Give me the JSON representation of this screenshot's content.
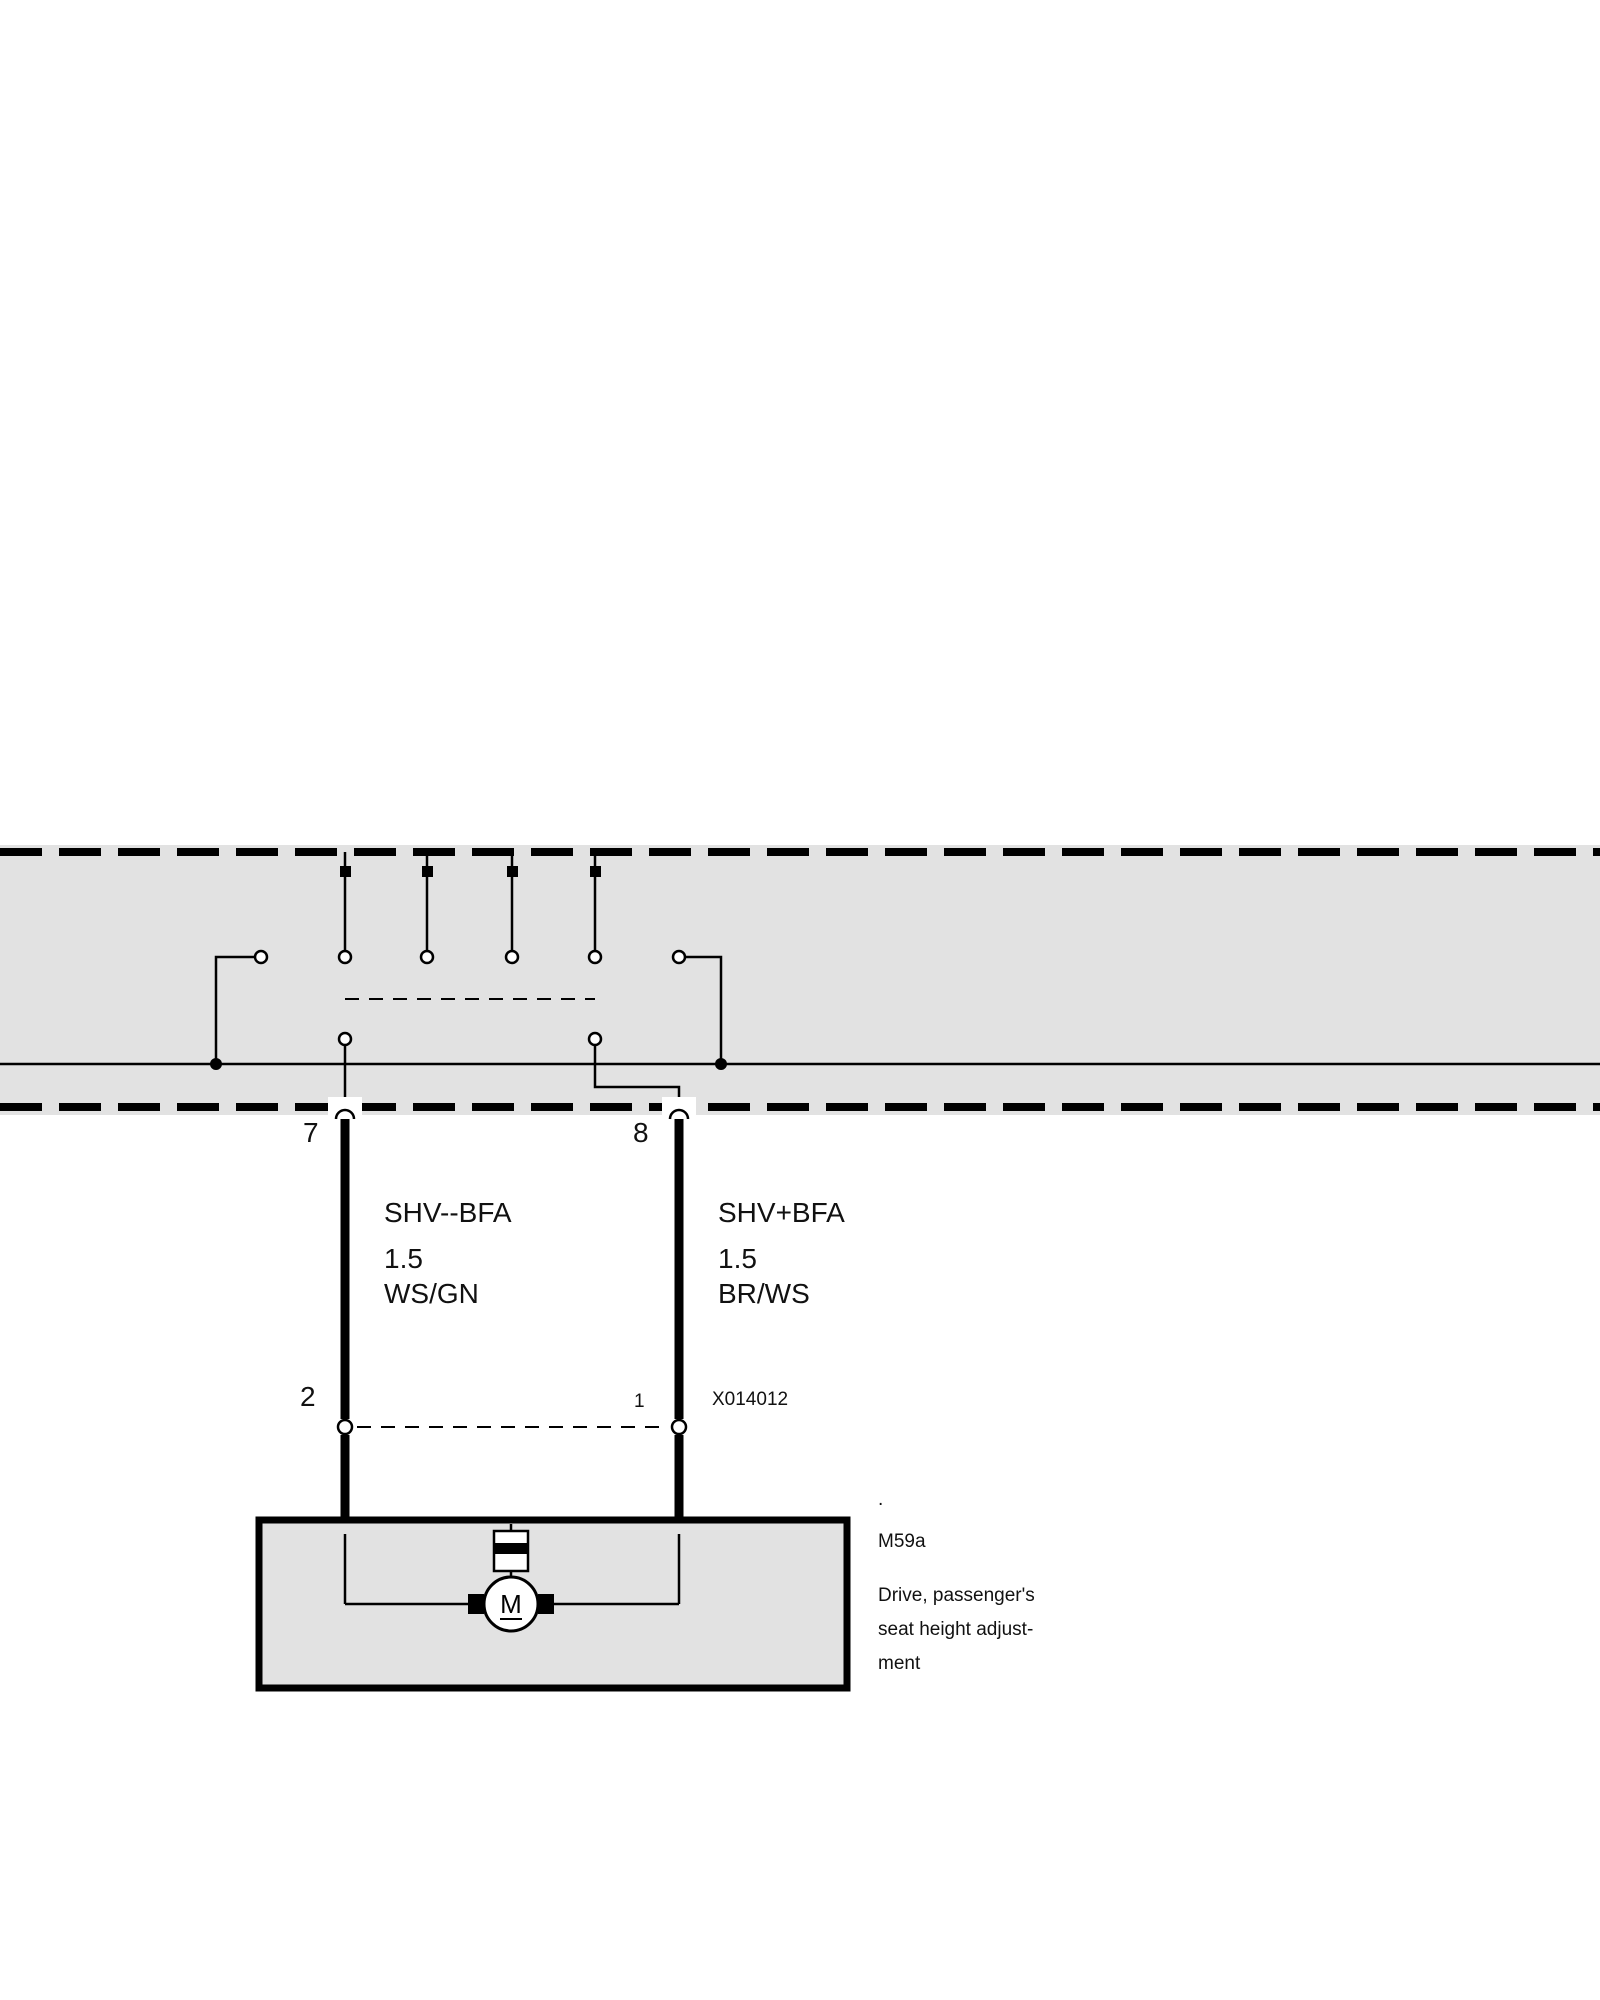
{
  "module": {
    "band_fill": "#e2e2e2",
    "line_color": "#000000",
    "pins": [
      {
        "number": "7"
      },
      {
        "number": "8"
      }
    ]
  },
  "wires": [
    {
      "signal": "SHV--BFA",
      "gauge": "1.5",
      "color_code": "WS/GN"
    },
    {
      "signal": "SHV+BFA",
      "gauge": "1.5",
      "color_code": "BR/WS"
    }
  ],
  "connector": {
    "left_pin": "2",
    "right_pin": "1",
    "id": "X014012"
  },
  "motor": {
    "box_fill": "#e2e2e2",
    "symbol_letter": "M",
    "bullet": ".",
    "code": "M59a",
    "description_lines": [
      "Drive, passenger's",
      "seat height adjust-",
      "ment"
    ]
  }
}
